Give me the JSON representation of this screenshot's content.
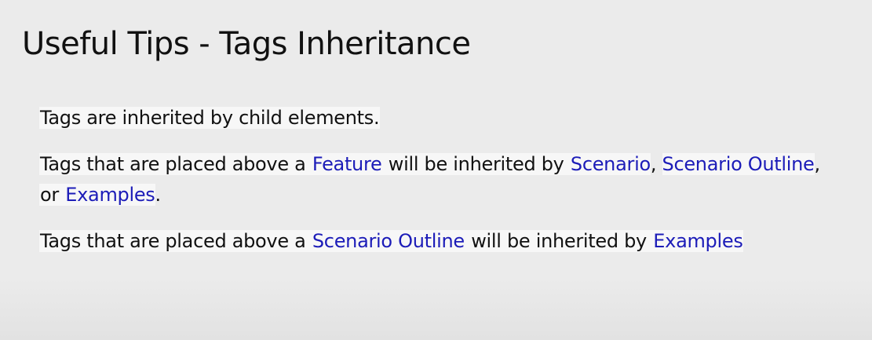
{
  "title": "Useful Tips - Tags Inheritance",
  "tips": {
    "tip1": "Tags are inherited by child elements.",
    "tip2": {
      "part1": "Tags that are placed above a ",
      "feature": "Feature",
      "part2": " will be inherited by ",
      "scenario": "Scenario",
      "comma": ",",
      "scenario_outline": "Scenario Outline",
      "comma2": ",",
      "or": "or ",
      "examples": "Examples",
      "period": "."
    },
    "tip3": {
      "part1": "Tags that are placed above a ",
      "scenario_outline": "Scenario Outline",
      "part2": " will be inherited by ",
      "examples": "Examples"
    }
  },
  "colors": {
    "background": "#ebebeb",
    "text": "#111111",
    "keyword": "#1c1cb8",
    "highlight": "#f7f7f7"
  }
}
